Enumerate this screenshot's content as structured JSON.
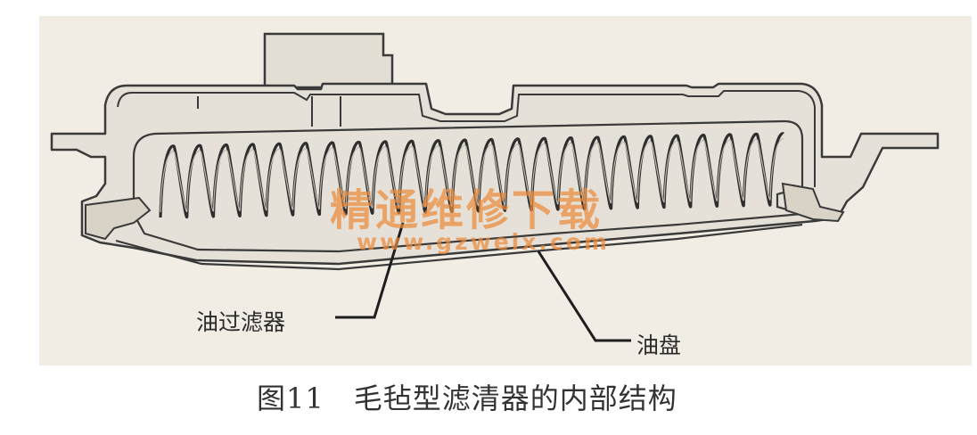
{
  "labels": {
    "oil_filter": "油过滤器",
    "oil_pan": "油盘"
  },
  "caption": {
    "text": "图11　毛毡型滤清器的内部结构"
  },
  "watermark": {
    "cn": "精通维修下载",
    "url": "www.gzweix.com"
  },
  "colors": {
    "panel_background": "#f1ece4",
    "outline": "#3a3a3a",
    "housing_fill": "#e6e1d8",
    "watermark": "#eb8a3c"
  }
}
